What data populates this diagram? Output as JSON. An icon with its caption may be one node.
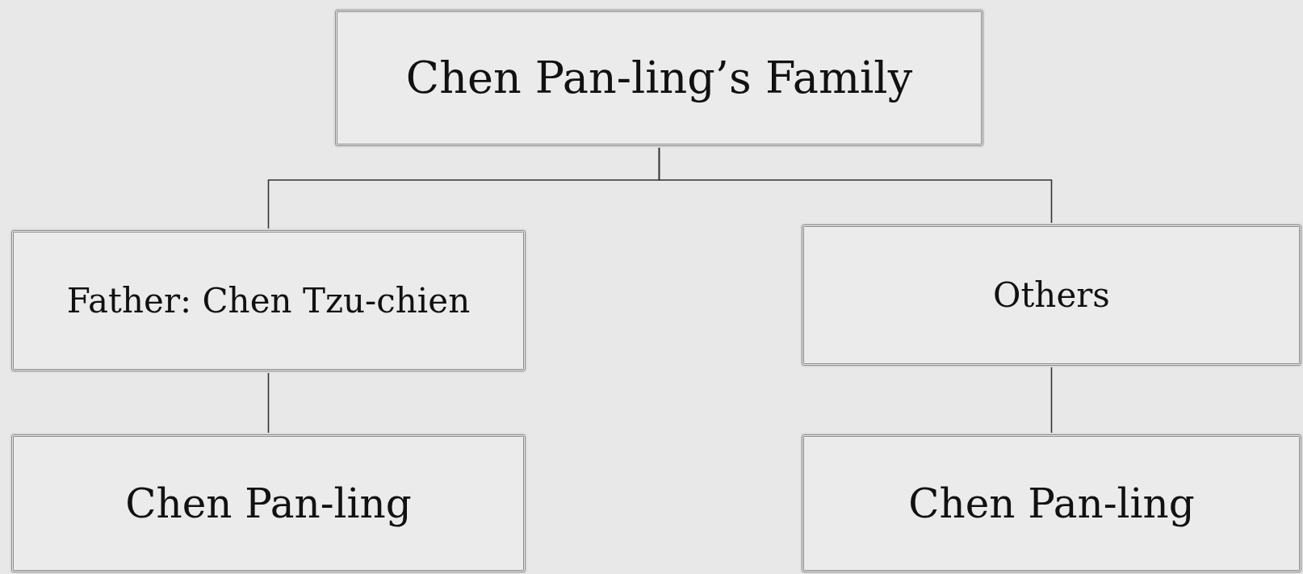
{
  "diagram": {
    "nodes": [
      {
        "text": [
          "Chen Pan-ling’s Family"
        ]
      },
      {
        "text": [
          "Father: Chen Tzu-chien"
        ]
      },
      {
        "text": [
          "Others"
        ]
      },
      {
        "text": [
          "Chen Pan-ling"
        ]
      },
      {
        "text": [
          "Chen Pan-ling"
        ]
      }
    ],
    "edges": [
      {
        "from": 0,
        "to": 1,
        "arrow": "none"
      },
      {
        "from": 0,
        "to": 2,
        "arrow": "none"
      },
      {
        "from": 1,
        "to": 3,
        "arrow": "none"
      },
      {
        "from": 2,
        "to": 4,
        "arrow": "none"
      }
    ]
  }
}
